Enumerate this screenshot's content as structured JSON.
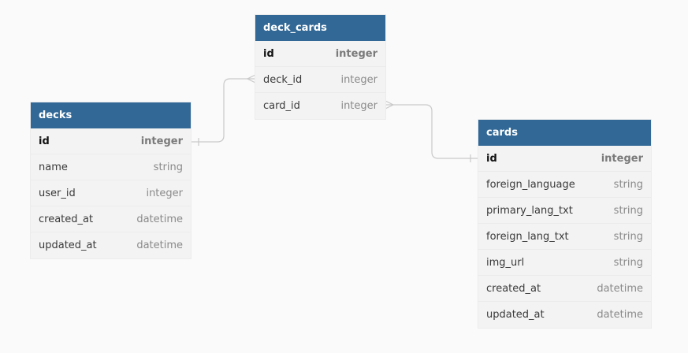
{
  "tables": {
    "deck_cards": {
      "name": "deck_cards",
      "columns": [
        {
          "name": "id",
          "type": "integer",
          "pk": true
        },
        {
          "name": "deck_id",
          "type": "integer"
        },
        {
          "name": "card_id",
          "type": "integer"
        }
      ]
    },
    "decks": {
      "name": "decks",
      "columns": [
        {
          "name": "id",
          "type": "integer",
          "pk": true
        },
        {
          "name": "name",
          "type": "string"
        },
        {
          "name": "user_id",
          "type": "integer"
        },
        {
          "name": "created_at",
          "type": "datetime"
        },
        {
          "name": "updated_at",
          "type": "datetime"
        }
      ]
    },
    "cards": {
      "name": "cards",
      "columns": [
        {
          "name": "id",
          "type": "integer",
          "pk": true
        },
        {
          "name": "foreign_language",
          "type": "string"
        },
        {
          "name": "primary_lang_txt",
          "type": "string"
        },
        {
          "name": "foreign_lang_txt",
          "type": "string"
        },
        {
          "name": "img_url",
          "type": "string"
        },
        {
          "name": "created_at",
          "type": "datetime"
        },
        {
          "name": "updated_at",
          "type": "datetime"
        }
      ]
    }
  },
  "relationships": [
    {
      "from": "deck_cards.deck_id",
      "to": "decks.id",
      "type": "many-to-one"
    },
    {
      "from": "deck_cards.card_id",
      "to": "cards.id",
      "type": "many-to-one"
    }
  ],
  "colors": {
    "header": "#316896",
    "body": "#f3f3f3",
    "connector": "#c9c9c9"
  }
}
